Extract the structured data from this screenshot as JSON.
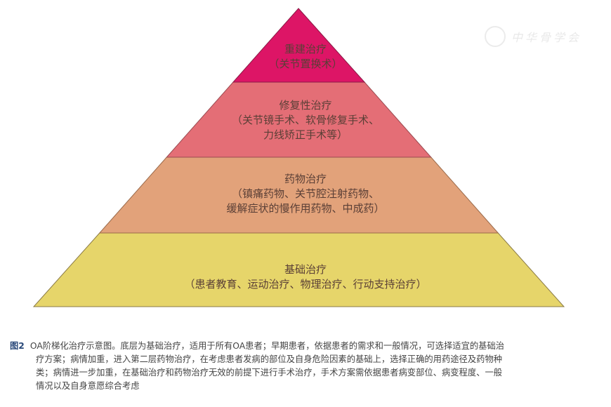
{
  "watermark": {
    "seal_icon": "seal-logo-icon",
    "text": "中华骨学会"
  },
  "pyramid": {
    "layers": [
      {
        "id": "reconstruction",
        "title": "重建治疗",
        "lines": [
          "（关节置换术）"
        ],
        "color": "#dd1566"
      },
      {
        "id": "restorative",
        "title": "修复性治疗",
        "lines": [
          "（关节镜手术、软骨修复手术、",
          "力线矫正手术等）"
        ],
        "color": "#e46e76"
      },
      {
        "id": "drug",
        "title": "药物治疗",
        "lines": [
          "（镇痛药物、关节腔注射药物、",
          "缓解症状的慢作用药物、中成药）"
        ],
        "color": "#e2a27a"
      },
      {
        "id": "basic",
        "title": "基础治疗",
        "lines": [
          "（患者教育、运动治疗、物理治疗、行动支持治疗）"
        ],
        "color": "#e6d56a"
      }
    ]
  },
  "caption": {
    "label": "图2",
    "lines": [
      "OA阶梯化治疗示意图。底层为基础治疗，适用于所有OA患者；早期患者，依据患者的需求和一般情况，可选择适宜的基础治",
      "疗方案；病情加重，进入第二层药物治疗，在考虑患者发病的部位及自身危险因素的基础上，选择正确的用药途径及药物种",
      "类；病情进一步加重，在基础治疗和药物治疗无效的前提下进行手术治疗，手术方案需依据患者病变部位、病变程度、一般",
      "情况以及自身意愿综合考虑"
    ]
  }
}
